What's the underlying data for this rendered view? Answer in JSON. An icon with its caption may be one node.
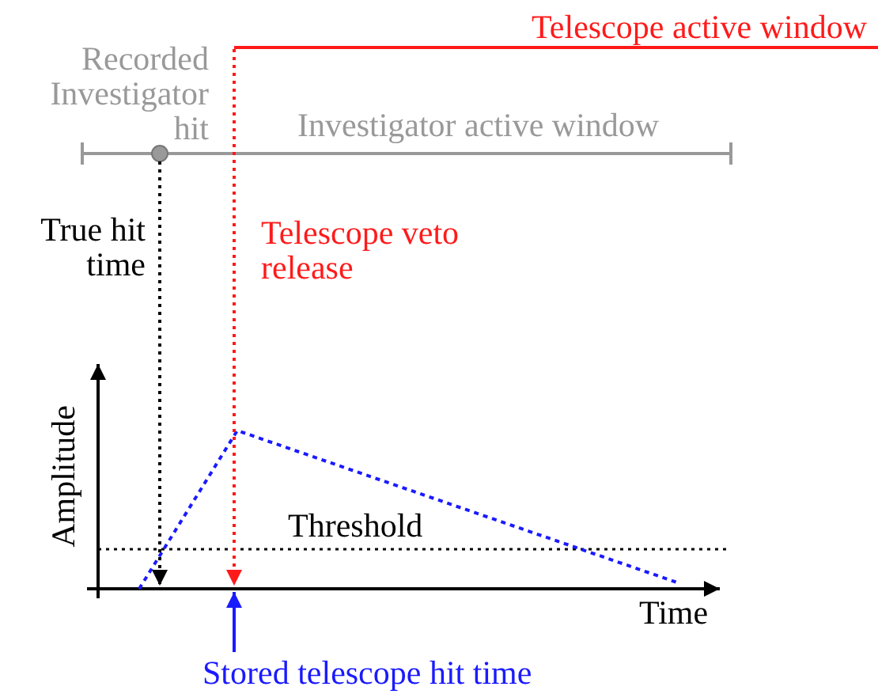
{
  "diagram": {
    "nodes": [
      {
        "text": [],
        "shape": "circle",
        "beside": [
          "Recorded Investigator hit"
        ]
      },
      {
        "text": [
          "Stored telescope hit time"
        ]
      },
      {
        "text": [],
        "shape": "line",
        "beside": [
          "Time"
        ]
      },
      {
        "text": [],
        "shape": "bar",
        "beside": [
          "Telescope active window"
        ]
      }
    ],
    "edges": [
      {
        "from": 0,
        "to": 2,
        "arrow": "to",
        "style": "dashed"
      },
      {
        "from": 1,
        "to": 2,
        "arrow": "to",
        "color": "#1a1aff"
      },
      {
        "from": 3,
        "to": 2,
        "arrow": "to",
        "style": "dashed",
        "color": "#ff1a1a"
      }
    ],
    "labels": [
      "Investigator active window",
      "True hit time",
      "Telescope veto release",
      "Amplitude",
      "Threshold"
    ]
  }
}
